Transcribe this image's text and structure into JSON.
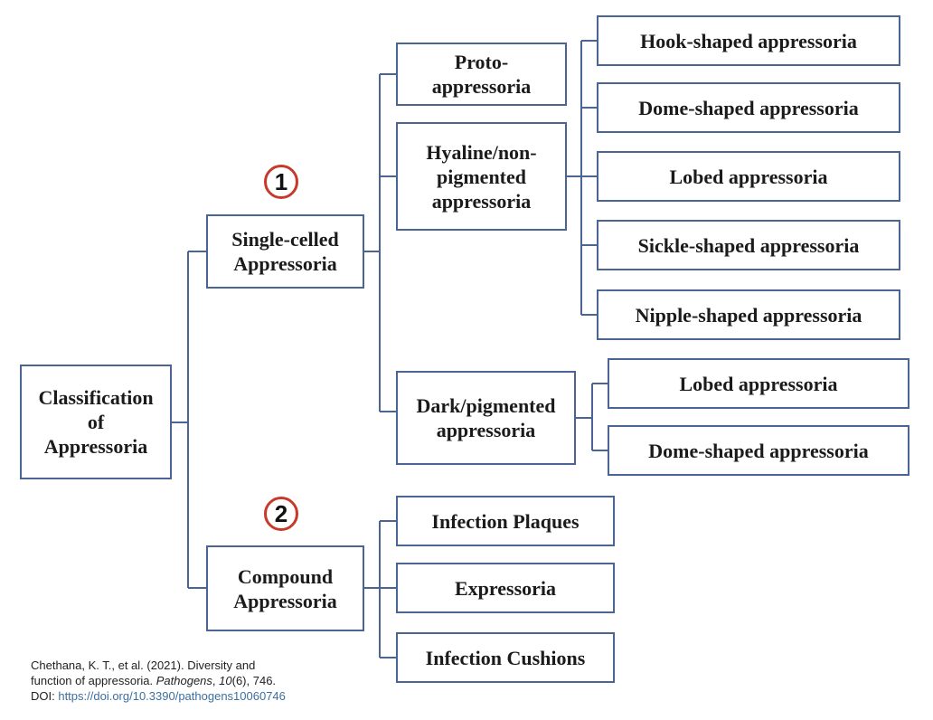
{
  "diagram": {
    "root": "Classification\nof\nAppressoria",
    "branch_single": "Single-celled\nAppressoria",
    "branch_compound": "Compound\nAppressoria",
    "proto": "Proto-\nappressoria",
    "hyaline": "Hyaline/non-\npigmented\nappressoria",
    "dark": "Dark/pigmented\nappressoria",
    "hyaline_children": [
      "Hook-shaped appressoria",
      "Dome-shaped appressoria",
      "Lobed appressoria",
      "Sickle-shaped appressoria",
      "Nipple-shaped appressoria"
    ],
    "dark_children": [
      "Lobed appressoria",
      "Dome-shaped appressoria"
    ],
    "compound_children": [
      "Infection Plaques",
      "Expressoria",
      "Infection Cushions"
    ]
  },
  "badges": {
    "one": "1",
    "two": "2"
  },
  "colors": {
    "box_border": "#4a6493",
    "connector": "#4a6493",
    "badge_ring": "#c73a2b"
  },
  "citation": {
    "line1": "Chethana, K. T., et al. (2021). Diversity and",
    "line2_pre": "function of appressoria. ",
    "journal": "Pathogens",
    "sep1": ", ",
    "volume": "10",
    "issue_pages": "(6), 746.",
    "doi_label": "DOI: ",
    "doi_link": "https://doi.org/10.3390/pathogens10060746"
  }
}
